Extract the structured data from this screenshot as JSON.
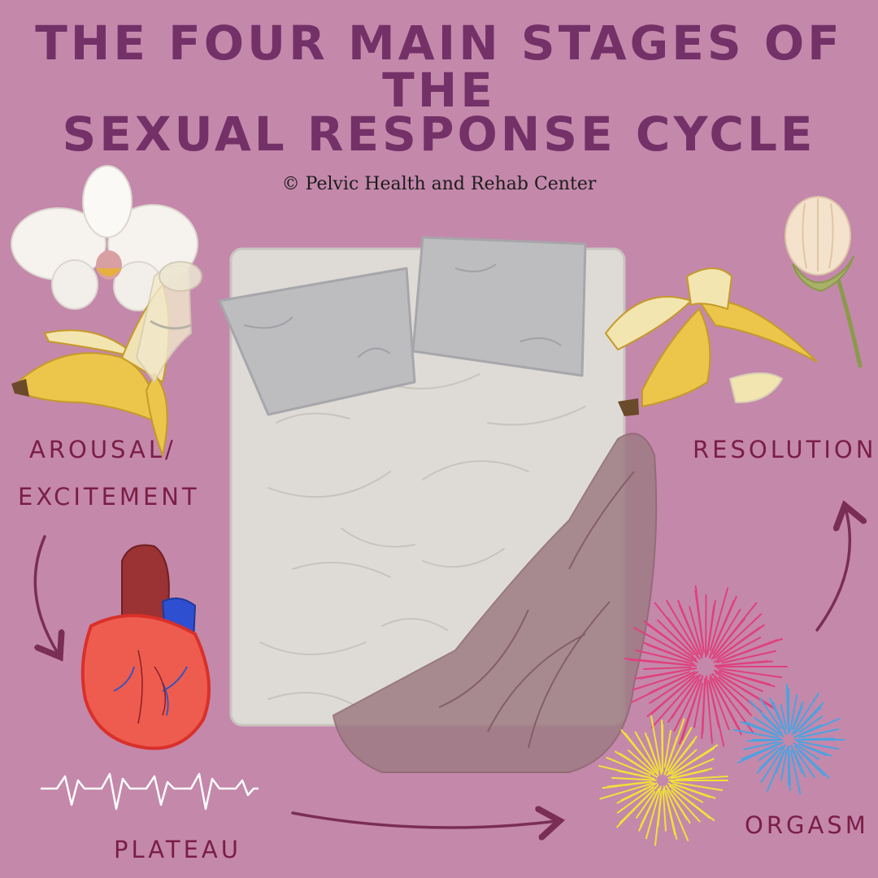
{
  "title": {
    "line1": "THE FOUR MAIN STAGES OF THE",
    "line2": "SEXUAL RESPONSE CYCLE"
  },
  "credit": "© Pelvic Health and Rehab Center",
  "stages": {
    "arousal_line1": "AROUSAL/",
    "arousal_line2": "EXCITEMENT",
    "plateau": "PLATEAU",
    "orgasm": "ORGASM",
    "resolution": "RESOLUTION"
  },
  "colors": {
    "background": "#c488ab",
    "title": "#733168",
    "label": "#7a1e46",
    "arrow": "#7a2e55"
  },
  "icons": [
    "orchid-flower",
    "peeled-banana",
    "condom",
    "bed",
    "heart-anatomical",
    "heartbeat-line",
    "fireworks",
    "flower-bud",
    "banana-peel"
  ]
}
